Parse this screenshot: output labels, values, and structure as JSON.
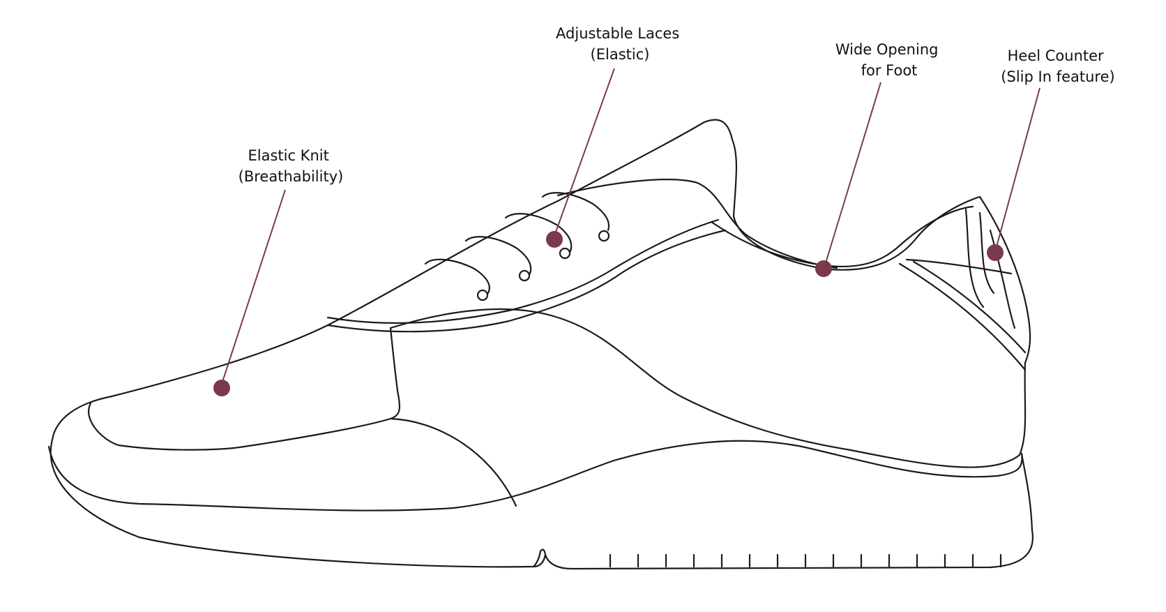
{
  "accent_color": "#7a3a4b",
  "line_color": "#1a1a1a",
  "annotations": [
    {
      "id": "elastic-knit",
      "line1": "Elastic Knit",
      "line2": "(Breathability)"
    },
    {
      "id": "laces",
      "line1": "Adjustable Laces",
      "line2": "(Elastic)"
    },
    {
      "id": "opening",
      "line1": "Wide Opening",
      "line2": "for Foot"
    },
    {
      "id": "heel",
      "line1": "Heel Counter",
      "line2": "(Slip In feature)"
    }
  ]
}
